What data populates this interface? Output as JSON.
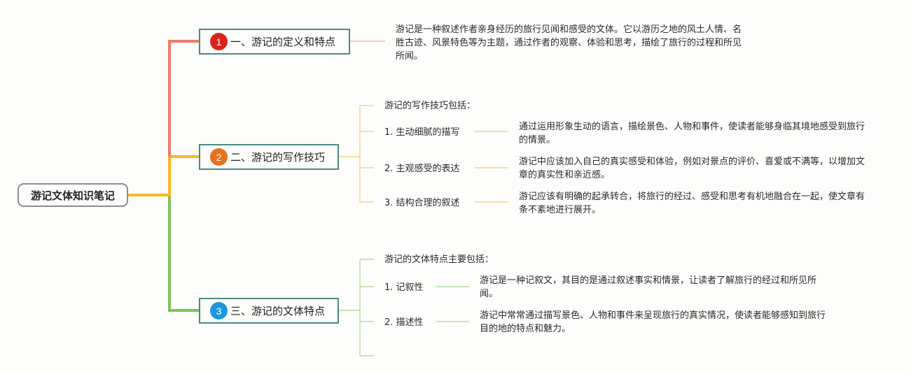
{
  "root": {
    "title": "游记文体知识笔记"
  },
  "colors": {
    "red": "#f07a6a",
    "orange": "#fbb622",
    "green": "#7cc35a",
    "badge_red": "#d9251c",
    "badge_orange": "#e8701e",
    "badge_blue": "#1f97dc"
  },
  "branches": [
    {
      "number": "1",
      "title": "一、游记的定义和特点",
      "note": "游记是一种叙述作者亲身经历的旅行见闻和感受的文体。它以游历之地的风土人情、名胜古迹、风景特色等为主题，通过作者的观察、体验和思考，描绘了旅行的过程和所见所闻。"
    },
    {
      "number": "2",
      "title": "二、游记的写作技巧",
      "intro": "游记的写作技巧包括：",
      "items": [
        {
          "label": "1. 生动细腻的描写",
          "detail": "通过运用形象生动的语言，描绘景色、人物和事件，使读者能够身临其境地感受到旅行的情景。"
        },
        {
          "label": "2. 主观感受的表达",
          "detail": "游记中应该加入自己的真实感受和体验，例如对景点的评价、喜爱或不满等，以增加文章的真实性和亲近感。"
        },
        {
          "label": "3. 结构合理的叙述",
          "detail": "游记应该有明确的起承转合，将旅行的经过、感受和思考有机地融合在一起，使文章有条不紊地进行展开。"
        }
      ]
    },
    {
      "number": "3",
      "title": "三、游记的文体特点",
      "intro": "游记的文体特点主要包括：",
      "items": [
        {
          "label": "1. 记叙性",
          "detail": "游记是一种记叙文，其目的是通过叙述事实和情景，让读者了解旅行的经过和所见所闻。"
        },
        {
          "label": "2. 描述性",
          "detail": "游记中常常通过描写景色、人物和事件来呈现旅行的真实情况，使读者能够感知到旅行目的地的特点和魅力。"
        }
      ]
    }
  ]
}
